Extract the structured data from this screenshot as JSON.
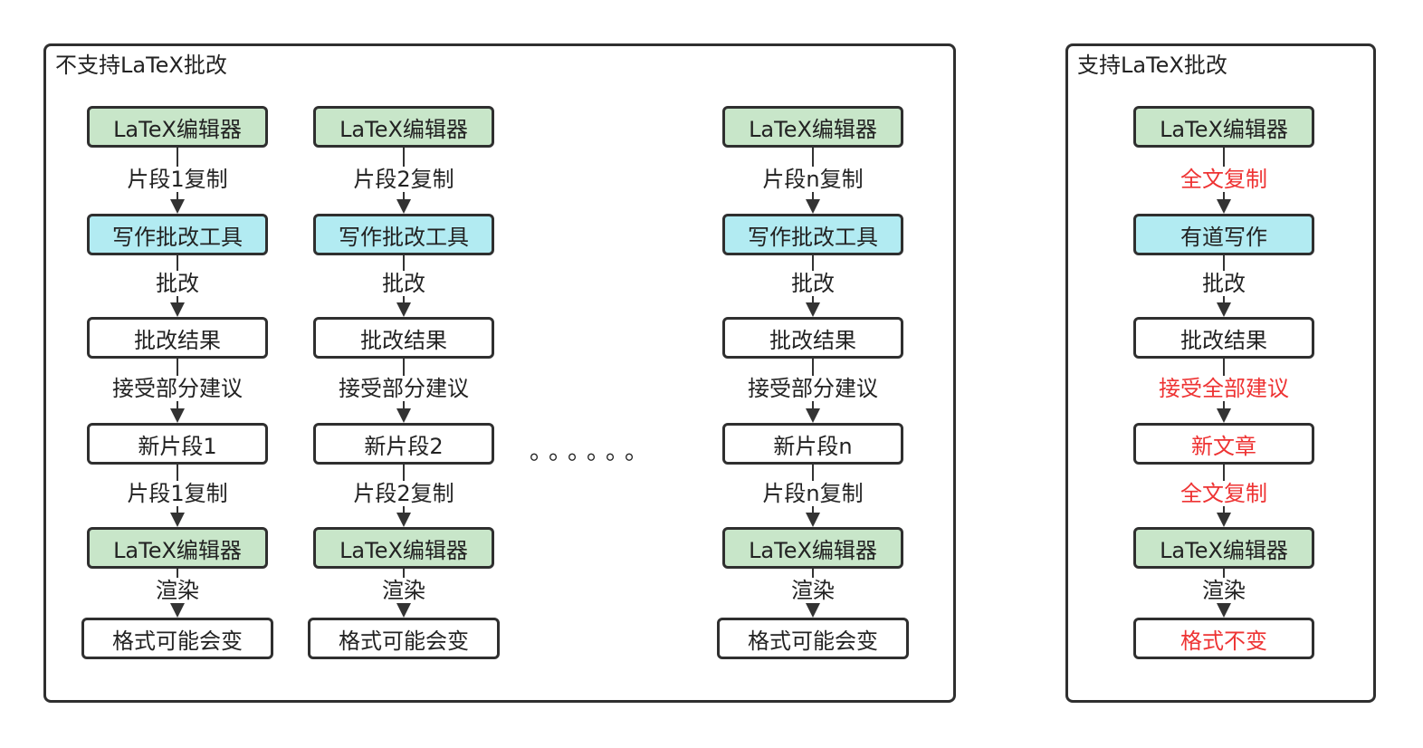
{
  "left_panel": {
    "title": "不支持LaTeX批改",
    "columns": [
      {
        "nodes": [
          "LaTeX编辑器",
          "写作批改工具",
          "批改结果",
          "新片段1",
          "LaTeX编辑器",
          "格式可能会变"
        ],
        "edges": [
          "片段1复制",
          "批改",
          "接受部分建议",
          "片段1复制",
          "渲染"
        ]
      },
      {
        "nodes": [
          "LaTeX编辑器",
          "写作批改工具",
          "批改结果",
          "新片段2",
          "LaTeX编辑器",
          "格式可能会变"
        ],
        "edges": [
          "片段2复制",
          "批改",
          "接受部分建议",
          "片段2复制",
          "渲染"
        ]
      },
      {
        "nodes": [
          "LaTeX编辑器",
          "写作批改工具",
          "批改结果",
          "新片段n",
          "LaTeX编辑器",
          "格式可能会变"
        ],
        "edges": [
          "片段n复制",
          "批改",
          "接受部分建议",
          "片段n复制",
          "渲染"
        ]
      }
    ],
    "ellipsis": "。。。。。。"
  },
  "right_panel": {
    "title": "支持LaTeX批改",
    "nodes": [
      "LaTeX编辑器",
      "有道写作",
      "批改结果",
      "新文章",
      "LaTeX编辑器",
      "格式不变"
    ],
    "edges": [
      "全文复制",
      "批改",
      "接受全部建议",
      "全文复制",
      "渲染"
    ]
  },
  "colors": {
    "green": "#c8e6c9",
    "cyan": "#b2ebf2",
    "highlight": "#ee3333"
  }
}
